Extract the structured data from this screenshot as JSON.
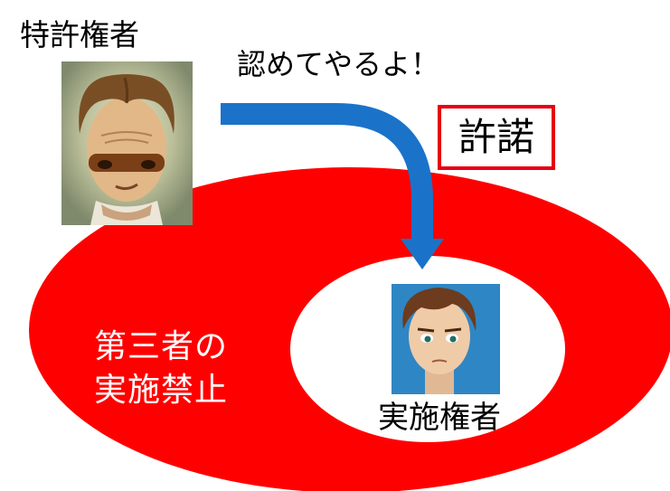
{
  "holder": {
    "label": "特許権者"
  },
  "speech": "認めてやるよ！",
  "license": {
    "label": "許諾"
  },
  "prohibition_zone": {
    "lines": [
      "第三者の",
      "実施禁止"
    ]
  },
  "licensee": {
    "label": "実施権者"
  },
  "colors": {
    "zone_red": "#ff0000",
    "arrow_blue": "#1a73c9",
    "box_border": "#e60012"
  }
}
